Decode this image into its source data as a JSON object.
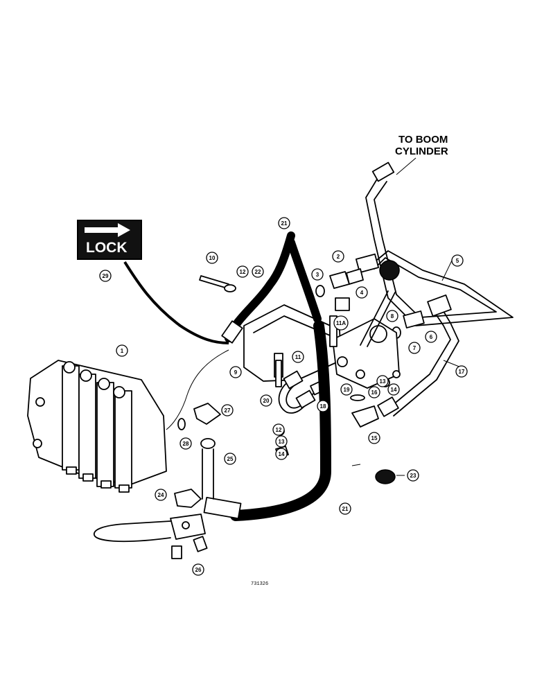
{
  "heading": {
    "line1": "TO BOOM",
    "line2": "CYLINDER"
  },
  "lock_decal": {
    "text": "LOCK",
    "icon": "right-arrow-icon"
  },
  "figure_number": "731326",
  "callouts": [
    "29",
    "21",
    "22",
    "10",
    "12",
    "3",
    "2",
    "4",
    "5",
    "11A",
    "8",
    "7",
    "6",
    "9",
    "11",
    "20",
    "18",
    "19",
    "16",
    "13",
    "14",
    "15",
    "17",
    "1",
    "27",
    "28",
    "12",
    "13",
    "14",
    "25",
    "23",
    "24",
    "21",
    "26"
  ],
  "colors": {
    "line": "#000000",
    "background": "#ffffff",
    "decal_text": "#ffffff"
  }
}
